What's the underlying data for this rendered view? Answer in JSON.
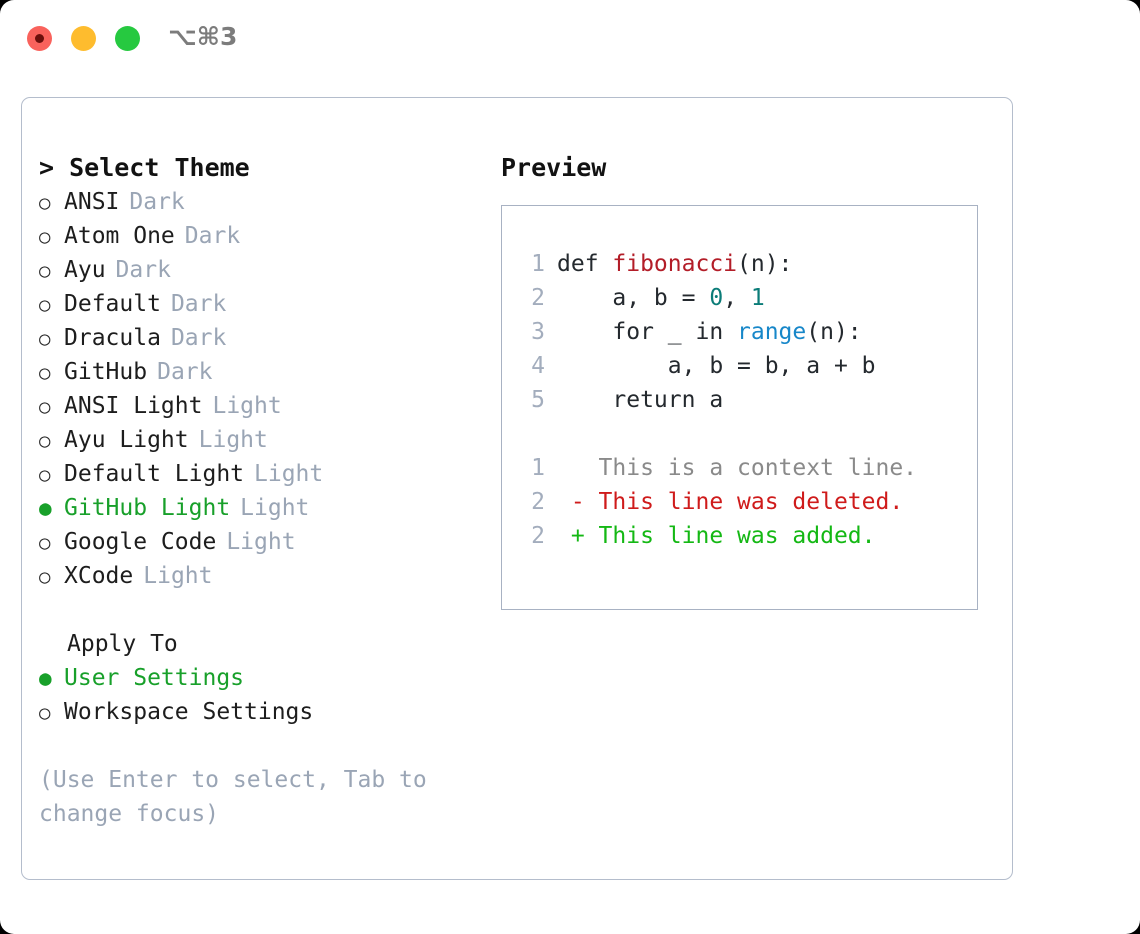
{
  "titlebar": {
    "shortcut": "⌥⌘3",
    "lights": [
      {
        "name": "close",
        "color": "#f9625c"
      },
      {
        "name": "minimize",
        "color": "#febc2e"
      },
      {
        "name": "maximize",
        "color": "#26c940"
      }
    ]
  },
  "theme_picker": {
    "header": "> Select Theme",
    "marker_unselected": "○",
    "marker_selected": "●",
    "accent_color": "#18a02a",
    "tag_color": "#9aa5b5",
    "items": [
      {
        "label": "ANSI",
        "tag": "Dark",
        "selected": false
      },
      {
        "label": "Atom One",
        "tag": "Dark",
        "selected": false
      },
      {
        "label": "Ayu",
        "tag": "Dark",
        "selected": false
      },
      {
        "label": "Default",
        "tag": "Dark",
        "selected": false
      },
      {
        "label": "Dracula",
        "tag": "Dark",
        "selected": false
      },
      {
        "label": "GitHub",
        "tag": "Dark",
        "selected": false
      },
      {
        "label": "ANSI Light",
        "tag": "Light",
        "selected": false
      },
      {
        "label": "Ayu Light",
        "tag": "Light",
        "selected": false
      },
      {
        "label": "Default Light",
        "tag": "Light",
        "selected": false
      },
      {
        "label": "GitHub Light",
        "tag": "Light",
        "selected": true
      },
      {
        "label": "Google Code",
        "tag": "Light",
        "selected": false
      },
      {
        "label": "XCode",
        "tag": "Light",
        "selected": false
      }
    ]
  },
  "apply_to": {
    "header": "Apply To",
    "items": [
      {
        "label": "User Settings",
        "selected": true
      },
      {
        "label": "Workspace Settings",
        "selected": false
      }
    ]
  },
  "hint": {
    "line1": "(Use Enter to select, Tab to",
    "line2": "change focus)"
  },
  "preview": {
    "title": "Preview",
    "code_lines": [
      {
        "no": "1",
        "tokens": [
          {
            "text": "def ",
            "kind": "plain"
          },
          {
            "text": "fibonacci",
            "kind": "fn"
          },
          {
            "text": "(n):",
            "kind": "plain"
          }
        ]
      },
      {
        "no": "2",
        "tokens": [
          {
            "text": "    a, b = ",
            "kind": "plain"
          },
          {
            "text": "0",
            "kind": "num"
          },
          {
            "text": ", ",
            "kind": "plain"
          },
          {
            "text": "1",
            "kind": "num"
          }
        ]
      },
      {
        "no": "3",
        "tokens": [
          {
            "text": "    for _ in ",
            "kind": "plain"
          },
          {
            "text": "range",
            "kind": "call"
          },
          {
            "text": "(n):",
            "kind": "plain"
          }
        ]
      },
      {
        "no": "4",
        "tokens": [
          {
            "text": "        a, b = b, a + b",
            "kind": "plain"
          }
        ]
      },
      {
        "no": "5",
        "tokens": [
          {
            "text": "    return a",
            "kind": "plain"
          }
        ]
      }
    ],
    "diff_lines": [
      {
        "no": "1",
        "text": "   This is a context line.",
        "kind": "ctx"
      },
      {
        "no": "2",
        "text": " - This line was deleted.",
        "kind": "del"
      },
      {
        "no": "2",
        "text": " + This line was added.",
        "kind": "add"
      }
    ]
  }
}
